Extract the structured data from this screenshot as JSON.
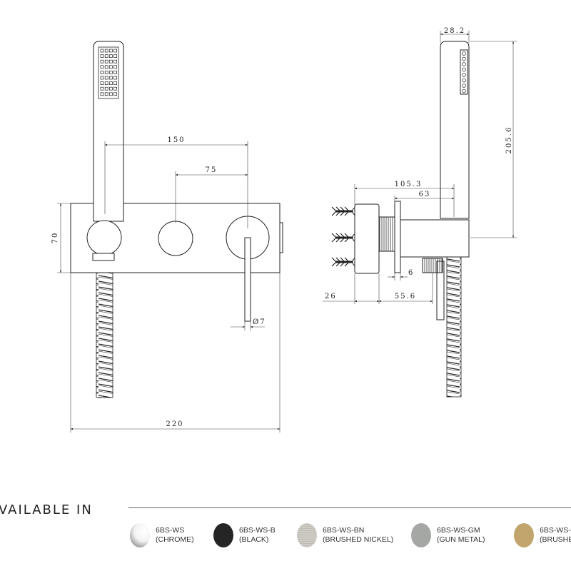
{
  "dimensions": {
    "front": {
      "width_total": "220",
      "height_plate": "70",
      "spacing_outer": "150",
      "spacing_inner": "75",
      "lever_diameter": "Ø7"
    },
    "side": {
      "handset_width": "28.2",
      "handset_height": "205.6",
      "projection_total": "105.3",
      "projection_from_wall": "63",
      "flange": "6",
      "box_depth": "26",
      "outlet_offset": "55.6"
    }
  },
  "legend": {
    "title": "VAILABLE IN",
    "finishes": [
      {
        "code": "6BS-WS",
        "name": "(CHROME)",
        "color": "#e6e6e6"
      },
      {
        "code": "6BS-WS-B",
        "name": "(BLACK)",
        "color": "#252525"
      },
      {
        "code": "6BS-WS-BN",
        "name": "(BRUSHED NICKEL)",
        "color": "#c9c6bf"
      },
      {
        "code": "6BS-WS-GM",
        "name": "(GUN METAL)",
        "color": "#a4a7a4"
      },
      {
        "code": "6BS-WS-",
        "name": "(BRUSHE",
        "color": "#c2a56c"
      }
    ]
  }
}
